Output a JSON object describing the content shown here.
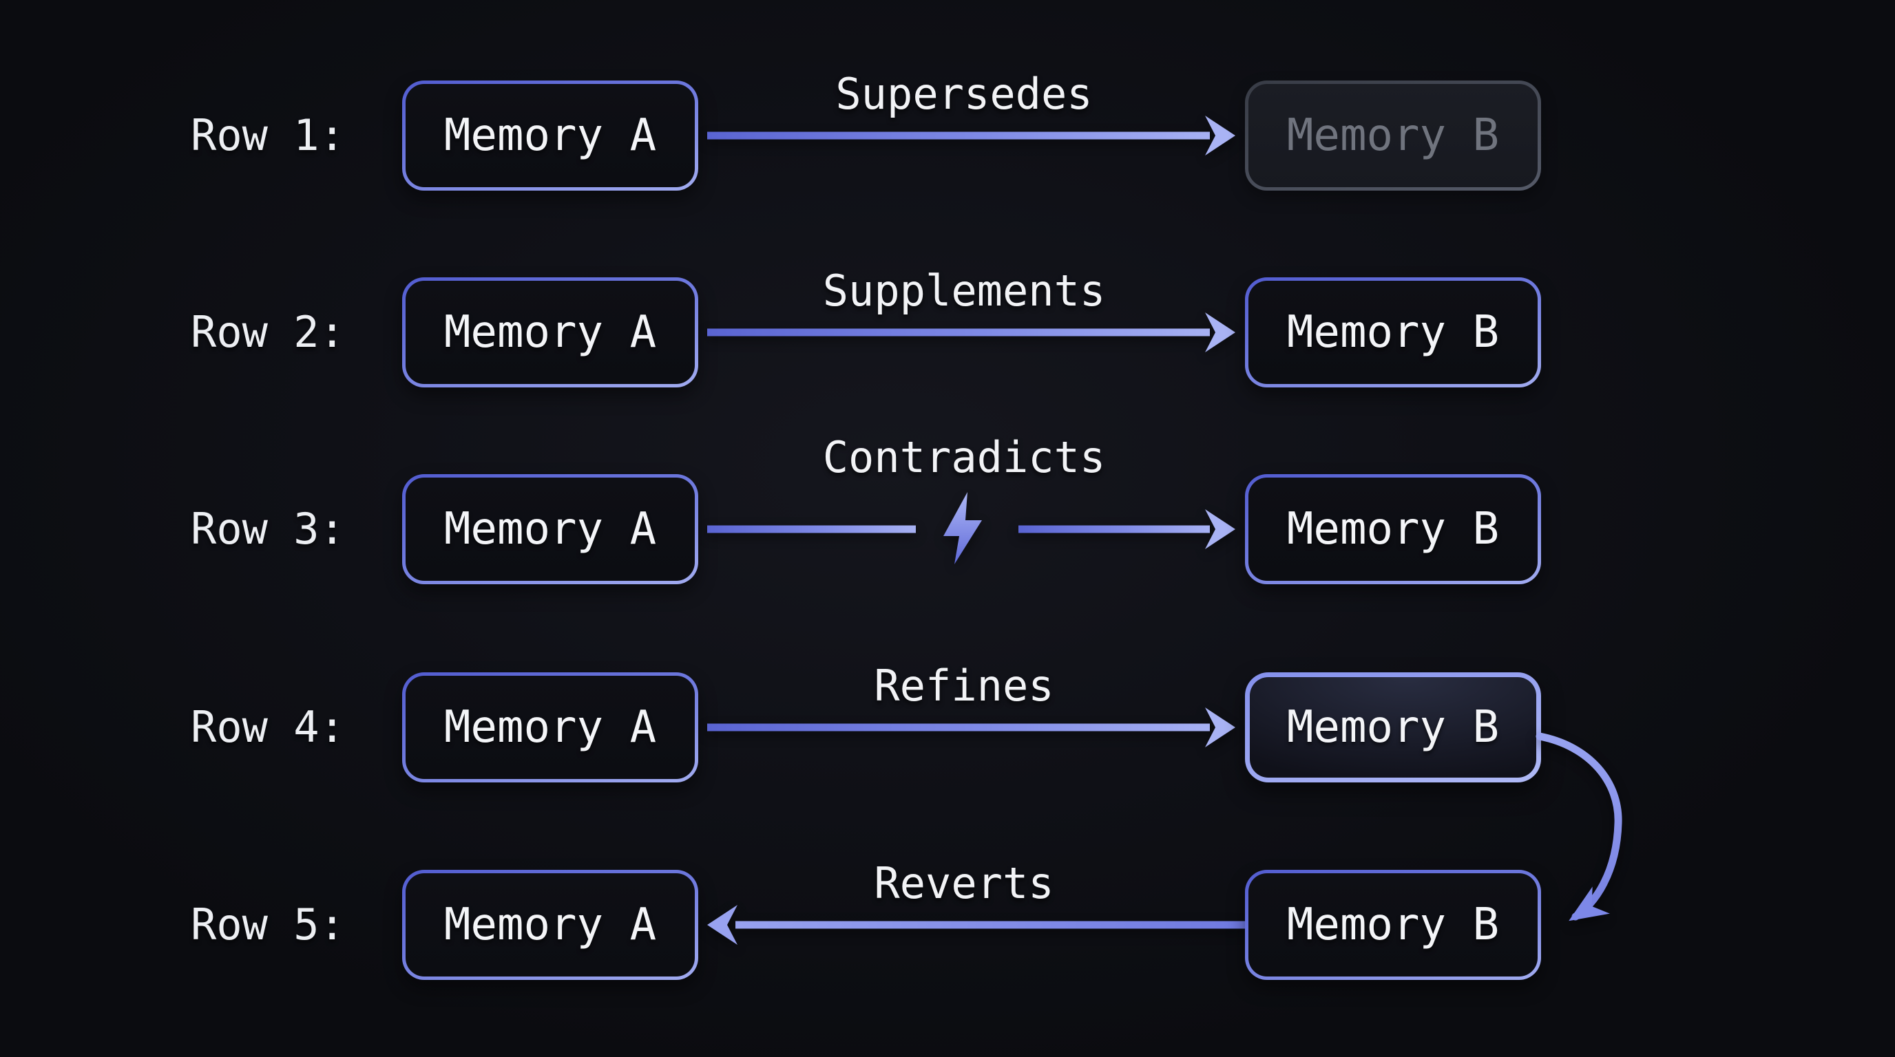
{
  "rows": [
    {
      "label": "Row 1:",
      "source": "Memory A",
      "relation": "Supersedes",
      "target": "Memory B",
      "direction": "right",
      "target_state": "faded"
    },
    {
      "label": "Row 2:",
      "source": "Memory A",
      "relation": "Supplements",
      "target": "Memory B",
      "direction": "right",
      "target_state": "normal"
    },
    {
      "label": "Row 3:",
      "source": "Memory A",
      "relation": "Contradicts",
      "target": "Memory B",
      "direction": "right",
      "target_state": "normal",
      "icon": "lightning-bolt-icon"
    },
    {
      "label": "Row 4:",
      "source": "Memory A",
      "relation": "Refines",
      "target": "Memory B",
      "direction": "right",
      "target_state": "highlighted",
      "loop_arrow": "curved-arrow-to-row-5-target"
    },
    {
      "label": "Row 5:",
      "source": "Memory A",
      "relation": "Reverts",
      "target": "Memory B",
      "direction": "left",
      "target_state": "normal"
    }
  ],
  "colors": {
    "background": "#101118",
    "accent": "#6b76de",
    "accent_light": "#a7b1f3",
    "node_text": "#f4f5f8",
    "faded_border": "#42464f",
    "faded_text": "#70747e"
  }
}
